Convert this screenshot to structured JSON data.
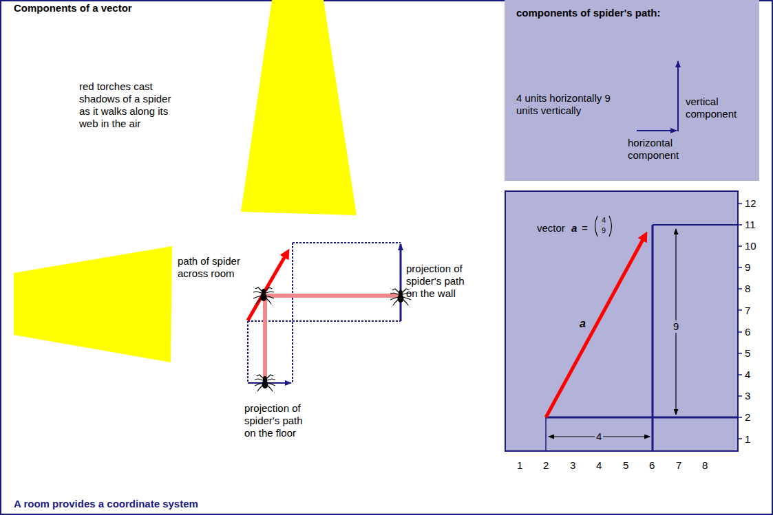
{
  "diagram": {
    "title": "Components of a vector",
    "caption": "A room provides a coordinate system",
    "nodes": [
      {
        "text": [
          "components of spider's path:",
          "4 units horizontally 9 units vertically",
          "vertical component",
          "horizontal component"
        ]
      },
      {
        "text": [
          "vector",
          "a",
          "=",
          "4",
          "9",
          "a",
          "9",
          "4"
        ]
      }
    ],
    "labels": [
      "red torches cast shadows of a spider as it walks along its web in the air",
      "path of spider across room",
      "projection of spider's path on the wall",
      "projection of spider's path on the floor",
      "12",
      "11",
      "10",
      "9",
      "8",
      "7",
      "6",
      "5",
      "4",
      "3",
      "2",
      "1",
      "1",
      "2",
      "3",
      "4",
      "5",
      "6",
      "7",
      "8"
    ]
  }
}
